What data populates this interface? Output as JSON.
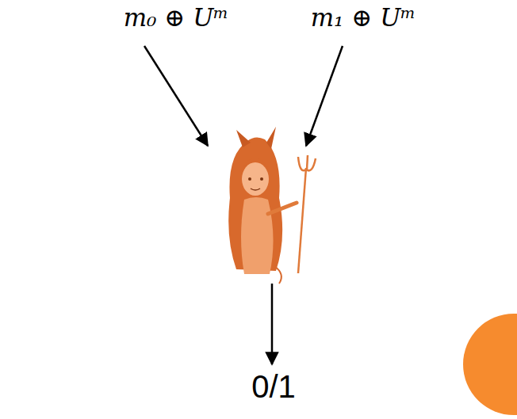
{
  "diagram": {
    "labels": [
      "m₀ ⊕ Uᵐ",
      "m₁ ⊕ Uᵐ",
      "0/1"
    ]
  }
}
